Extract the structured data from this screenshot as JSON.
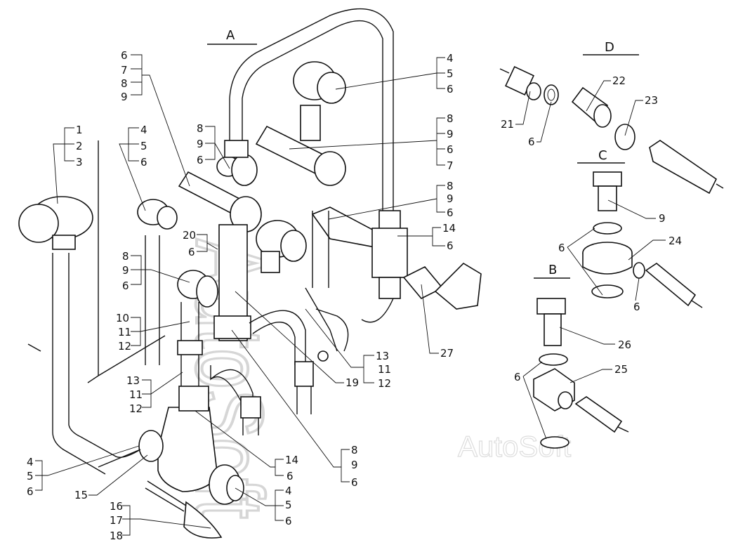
{
  "sections": {
    "a": "A",
    "b": "B",
    "c": "C",
    "d": "D"
  },
  "watermark": "AutoSoft",
  "callouts": {
    "g1": [
      "1",
      "2",
      "3"
    ],
    "g2": [
      "4",
      "5",
      "6"
    ],
    "g3": [
      "6",
      "7",
      "8",
      "9"
    ],
    "g4": [
      "8",
      "9",
      "6"
    ],
    "g5": [
      "4",
      "5",
      "6"
    ],
    "g6": [
      "8",
      "9",
      "6",
      "7"
    ],
    "g7": [
      "8",
      "9",
      "6"
    ],
    "g8": [
      "14",
      "6"
    ],
    "g9": [
      "20",
      "6"
    ],
    "g10": [
      "8",
      "9",
      "6"
    ],
    "g11": [
      "10",
      "11",
      "12"
    ],
    "g12": [
      "13",
      "11",
      "12"
    ],
    "g13": [
      "13",
      "11",
      "12"
    ],
    "g14": "19",
    "g15": "27",
    "g16": [
      "4",
      "5",
      "6"
    ],
    "g17": "15",
    "g18": [
      "14",
      "6"
    ],
    "g19": [
      "8",
      "9",
      "6"
    ],
    "g20": [
      "4",
      "5",
      "6"
    ],
    "g21": [
      "16",
      "17",
      "18"
    ],
    "d21": "21",
    "d22": "22",
    "d23": "23",
    "d6": "6",
    "c9": "9",
    "c24": "24",
    "c6a": "6",
    "c6b": "6",
    "b26": "26",
    "b25": "25",
    "b6": "6"
  }
}
